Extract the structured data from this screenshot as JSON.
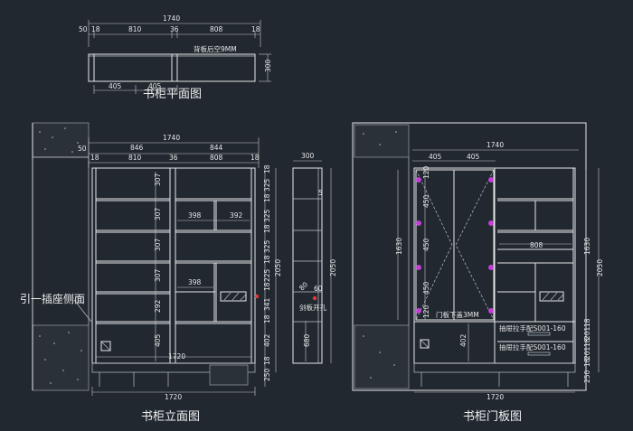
{
  "plan": {
    "title": "书柜平面图",
    "dims_top": [
      "1740",
      "50",
      "810",
      "36",
      "808",
      "18",
      "18"
    ],
    "dims_bottom": [
      "405",
      "405"
    ],
    "depth": "300",
    "note": "背板后空9MM"
  },
  "elevation": {
    "title": "书柜立面图",
    "side_note": "引一插座侧面",
    "dims_top_total": "1740",
    "dims_top_a": [
      "50",
      "846",
      "844"
    ],
    "dims_top_b": [
      "18",
      "810",
      "36",
      "808",
      "18"
    ],
    "inner_heights": [
      "307",
      "307",
      "307",
      "307",
      "292",
      "405"
    ],
    "inner_widths": [
      "398",
      "392",
      "398"
    ],
    "right_dims": [
      "18",
      "325",
      "18",
      "325",
      "18",
      "325",
      "18",
      "225",
      "18",
      "341",
      "18",
      "402",
      "18",
      "250"
    ],
    "total_height": "2050",
    "bottom_inner": "1720",
    "bottom_total": "1720"
  },
  "side": {
    "depth": "300",
    "mark_5": "5",
    "dim_60": "60",
    "dim_80": "80",
    "height": "2050",
    "note": "剑板开孔"
  },
  "door": {
    "title": "书柜门板图",
    "dims_top_total": "1740",
    "dims_top": [
      "405",
      "405"
    ],
    "height_left": "1630",
    "left_dims": [
      "120",
      "450",
      "450",
      "450",
      "120"
    ],
    "width_808": "808",
    "door_note": "门板下盖3MM",
    "drawer_dim": "402",
    "handle_1": "抽屉拉手配S001-160",
    "handle_2": "抽屉拉手配S001-160",
    "right_height_a": "1630",
    "right_height_b": "2050",
    "right_small": [
      "18",
      "201",
      "18",
      "201",
      "18",
      "250"
    ],
    "bottom_total": "1720"
  }
}
